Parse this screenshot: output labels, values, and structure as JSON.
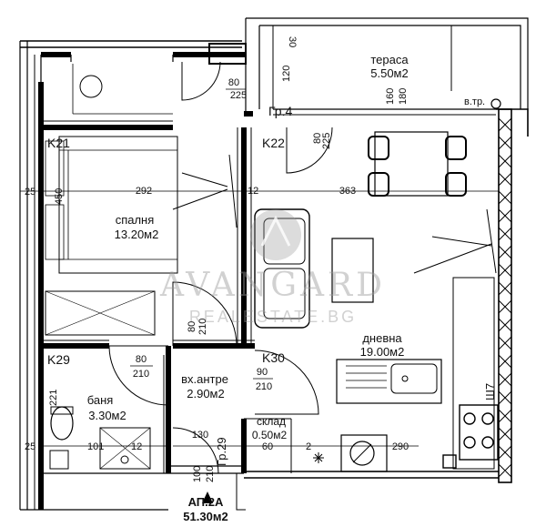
{
  "rooms": {
    "terrace": {
      "name": "тераса",
      "area": "5.50м2"
    },
    "bedroom": {
      "name": "спалня",
      "area": "13.20м2"
    },
    "living": {
      "name": "дневна",
      "area": "19.00м2"
    },
    "hall": {
      "name": "вх.антре",
      "area": "2.90м2"
    },
    "bath": {
      "name": "баня",
      "area": "3.30м2"
    },
    "storage": {
      "name": "склад",
      "area": "0.50м2"
    }
  },
  "apartment": {
    "name": "АП.2А",
    "area": "51.30м2"
  },
  "labels": {
    "k21": "K21",
    "k22": "K22",
    "k29": "K29",
    "k30": "K30",
    "gr4": "Гр.4",
    "gr29": "Гр.29",
    "vtr": "в.тр.",
    "sh7": "Ш7"
  },
  "dimensions": {
    "d80a": "80",
    "d225a": "225",
    "d80b": "80",
    "d225b": "225",
    "d30": "30",
    "d120": "120",
    "d160": "160",
    "d180": "180",
    "d292": "292",
    "d12a": "12",
    "d363": "363",
    "d25a": "25",
    "d450": "450",
    "d80c": "80",
    "d210c": "210",
    "d80d": "80",
    "d210d": "210",
    "d90": "90",
    "d210e": "210",
    "d221": "221",
    "d25b": "25",
    "d101": "101",
    "d12b": "12",
    "d130": "130",
    "d60": "60",
    "d2": "2",
    "d290": "290",
    "d100": "100",
    "d210f": "210"
  },
  "watermark": {
    "brand": "AVANGARD",
    "sub": "REALESTATE.BG"
  }
}
